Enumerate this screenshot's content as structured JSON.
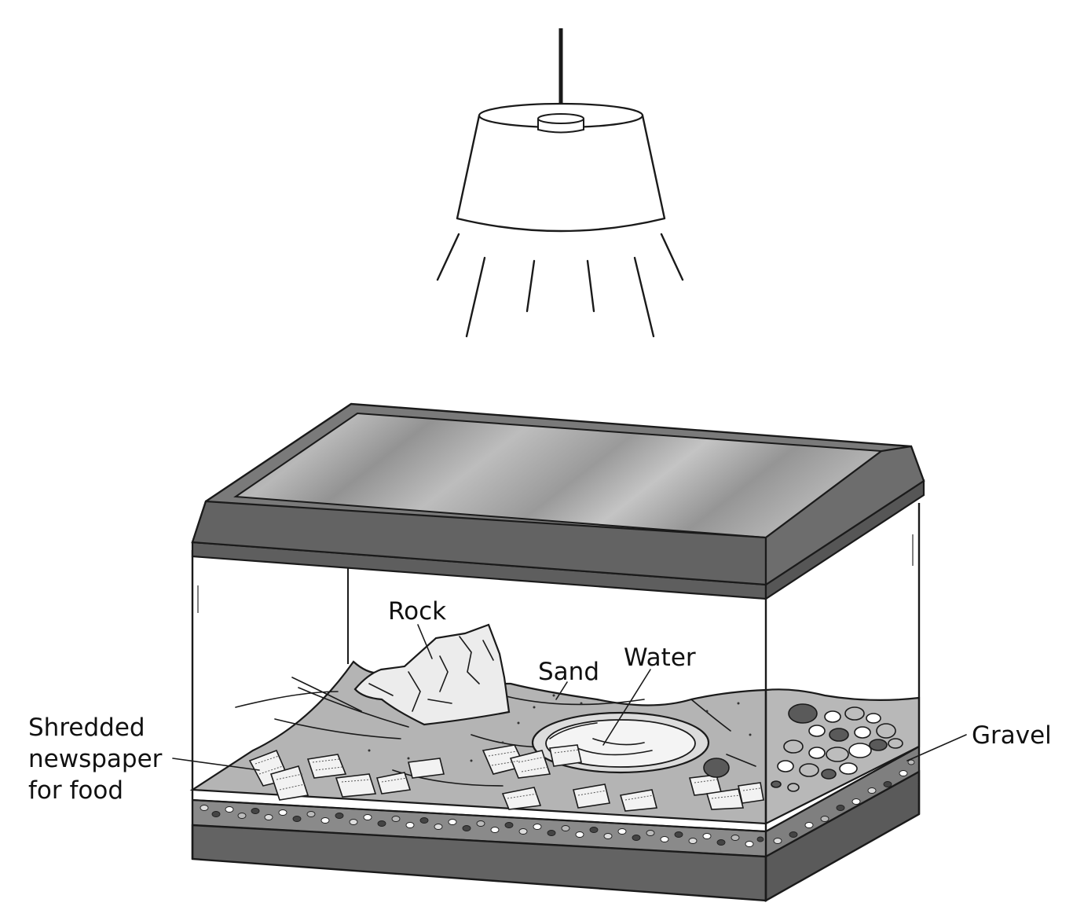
{
  "labels": {
    "rock": "Rock",
    "sand": "Sand",
    "water": "Water",
    "newspaper": [
      "Shredded",
      "newspaper",
      "for food"
    ],
    "gravel": "Gravel"
  },
  "colors": {
    "ink": "#1a1a1a",
    "lid_dark": "#606060",
    "lid_light": "#7a7a7a",
    "glass": "#a8a8a8",
    "sand": "#b4b4b4",
    "sand_light": "#c4c4c4",
    "rock": "#ececec",
    "base": "#636363",
    "gravel_bg": "#8a8a8a"
  }
}
